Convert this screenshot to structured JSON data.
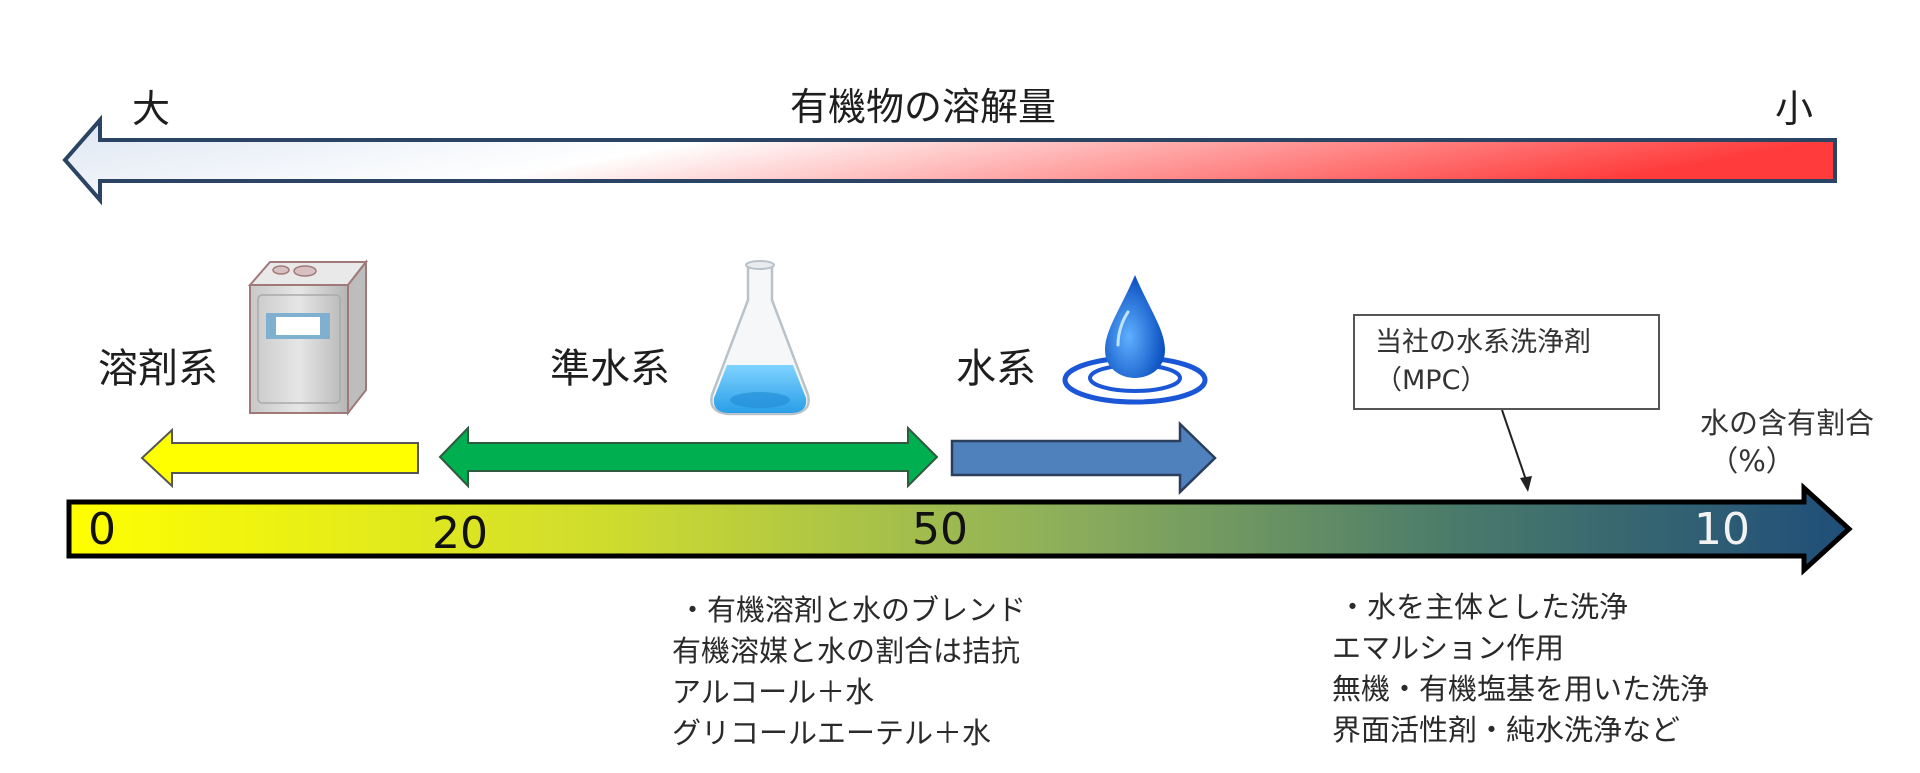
{
  "top_scale": {
    "title": "有機物の溶解量",
    "left_label": "大",
    "right_label": "小",
    "gradient_from": "#dde6f2",
    "gradient_mid": "#ffffff",
    "gradient_to": "#ff3b3b"
  },
  "categories": [
    {
      "label": "溶剤系",
      "icon": "solvent-can-icon",
      "arrow": "left",
      "arrow_color": "#ffff00",
      "range": "0-20"
    },
    {
      "label": "準水系",
      "icon": "flask-icon",
      "arrow": "both",
      "arrow_color": "#00b050",
      "range": "20-50"
    },
    {
      "label": "水系",
      "icon": "water-drop-icon",
      "arrow": "right",
      "arrow_color": "#4f81bd",
      "range": "50-100"
    }
  ],
  "axis": {
    "caption_line1": "水の含有割合",
    "caption_line2": "（%）",
    "ticks": [
      "0",
      "20",
      "50",
      "10"
    ],
    "gradient_from": "#ffff00",
    "gradient_mid": "#8fb05a",
    "gradient_to": "#1f4e79"
  },
  "callout": {
    "line1": "当社の水系洗浄剤",
    "line2": "（MPC）"
  },
  "notes": {
    "semi_aqueous": [
      "・有機溶剤と水のブレンド",
      "有機溶媒と水の割合は拮抗",
      "アルコール＋水",
      "グリコールエーテル＋水"
    ],
    "aqueous": [
      "・水を主体とした洗浄",
      "エマルション作用",
      "無機・有機塩基を用いた洗浄",
      "界面活性剤・純水洗浄など"
    ]
  }
}
